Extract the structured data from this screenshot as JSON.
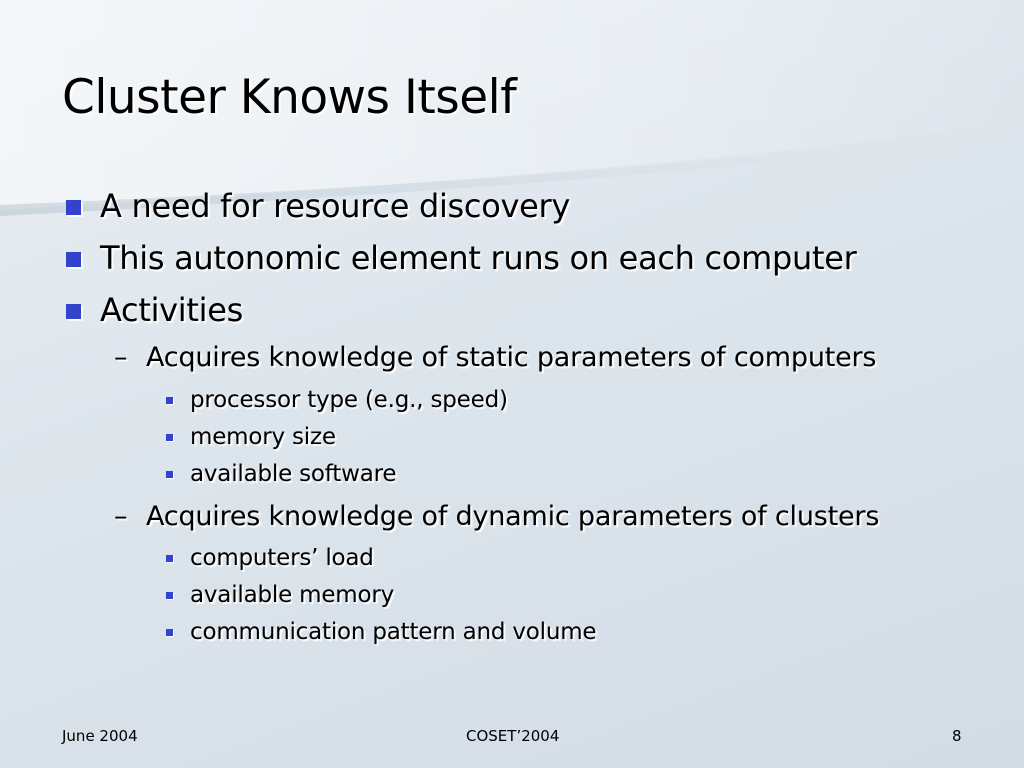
{
  "slide": {
    "title": "Cluster Knows Itself",
    "bullets": [
      {
        "level": 1,
        "text": "A need for resource discovery"
      },
      {
        "level": 1,
        "text": "This autonomic element runs on each computer"
      },
      {
        "level": 1,
        "text": "Activities"
      },
      {
        "level": 2,
        "marker": "–",
        "text": "Acquires knowledge of static parameters of computers"
      },
      {
        "level": 3,
        "text": "processor type (e.g., speed)"
      },
      {
        "level": 3,
        "text": "memory size"
      },
      {
        "level": 3,
        "text": "available software"
      },
      {
        "level": 2,
        "marker": "–",
        "text": "Acquires knowledge of dynamic parameters of clusters"
      },
      {
        "level": 3,
        "text": "computers’ load"
      },
      {
        "level": 3,
        "text": "available memory"
      },
      {
        "level": 3,
        "text": "communication pattern and volume"
      }
    ]
  },
  "footer": {
    "date": "June 2004",
    "conference": "COSET’2004",
    "page_number": "8"
  },
  "colors": {
    "bullet": "#3344cc",
    "background": "#dde5ec"
  }
}
